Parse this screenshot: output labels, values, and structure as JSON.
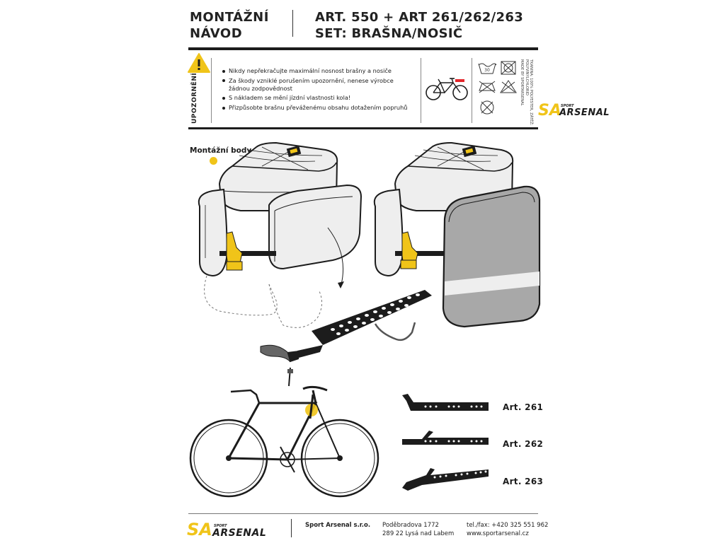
{
  "header": {
    "title_line1": "MONTÁŽNÍ",
    "title_line2": "NÁVOD",
    "article_line": "ART. 550 + ART 261/262/263",
    "set_line": "SET: BRAŠNA/NOSIČ"
  },
  "warning": {
    "label": "UPOZORNĚNÍ",
    "items": [
      "Nikdy nepřekračujte maximální nosnost brašny a nosiče",
      "Za škody vzniklé porušením upozornění, nenese výrobce žádnou zodpovědnost",
      "S nákladem se mění jízdní vlastnosti kola!",
      "Přizpůsobte brašnu převáženému obsahu dotažením popruhů"
    ],
    "care_text_1": "TKANINA: 100% POLYESTER, ZÁTĚŽ:",
    "care_text_2": "POLYVINYLCHLORID",
    "care_text_3": "MADE BY SPORTARSENAL"
  },
  "logo": {
    "mark": "SA",
    "sport": "SPORT",
    "brand": "ARSENAL"
  },
  "diagram": {
    "mount_points_label": "Montážní body",
    "racks": [
      {
        "label": "Art. 261"
      },
      {
        "label": "Art. 262"
      },
      {
        "label": "Art. 263"
      }
    ]
  },
  "footer": {
    "company": "Sport Arsenal s.r.o.",
    "address_line1": "Poděbradova 1772",
    "address_line2": "289 22 Lysá nad Labem",
    "phone": "tel./fax: +420 325 551 962",
    "web": "www.sportarsenal.cz"
  },
  "colors": {
    "accent_yellow": "#f0c419",
    "bag_light": "#eeeeee",
    "bag_dark": "#a8a8a8",
    "ink": "#1c1c1c"
  }
}
